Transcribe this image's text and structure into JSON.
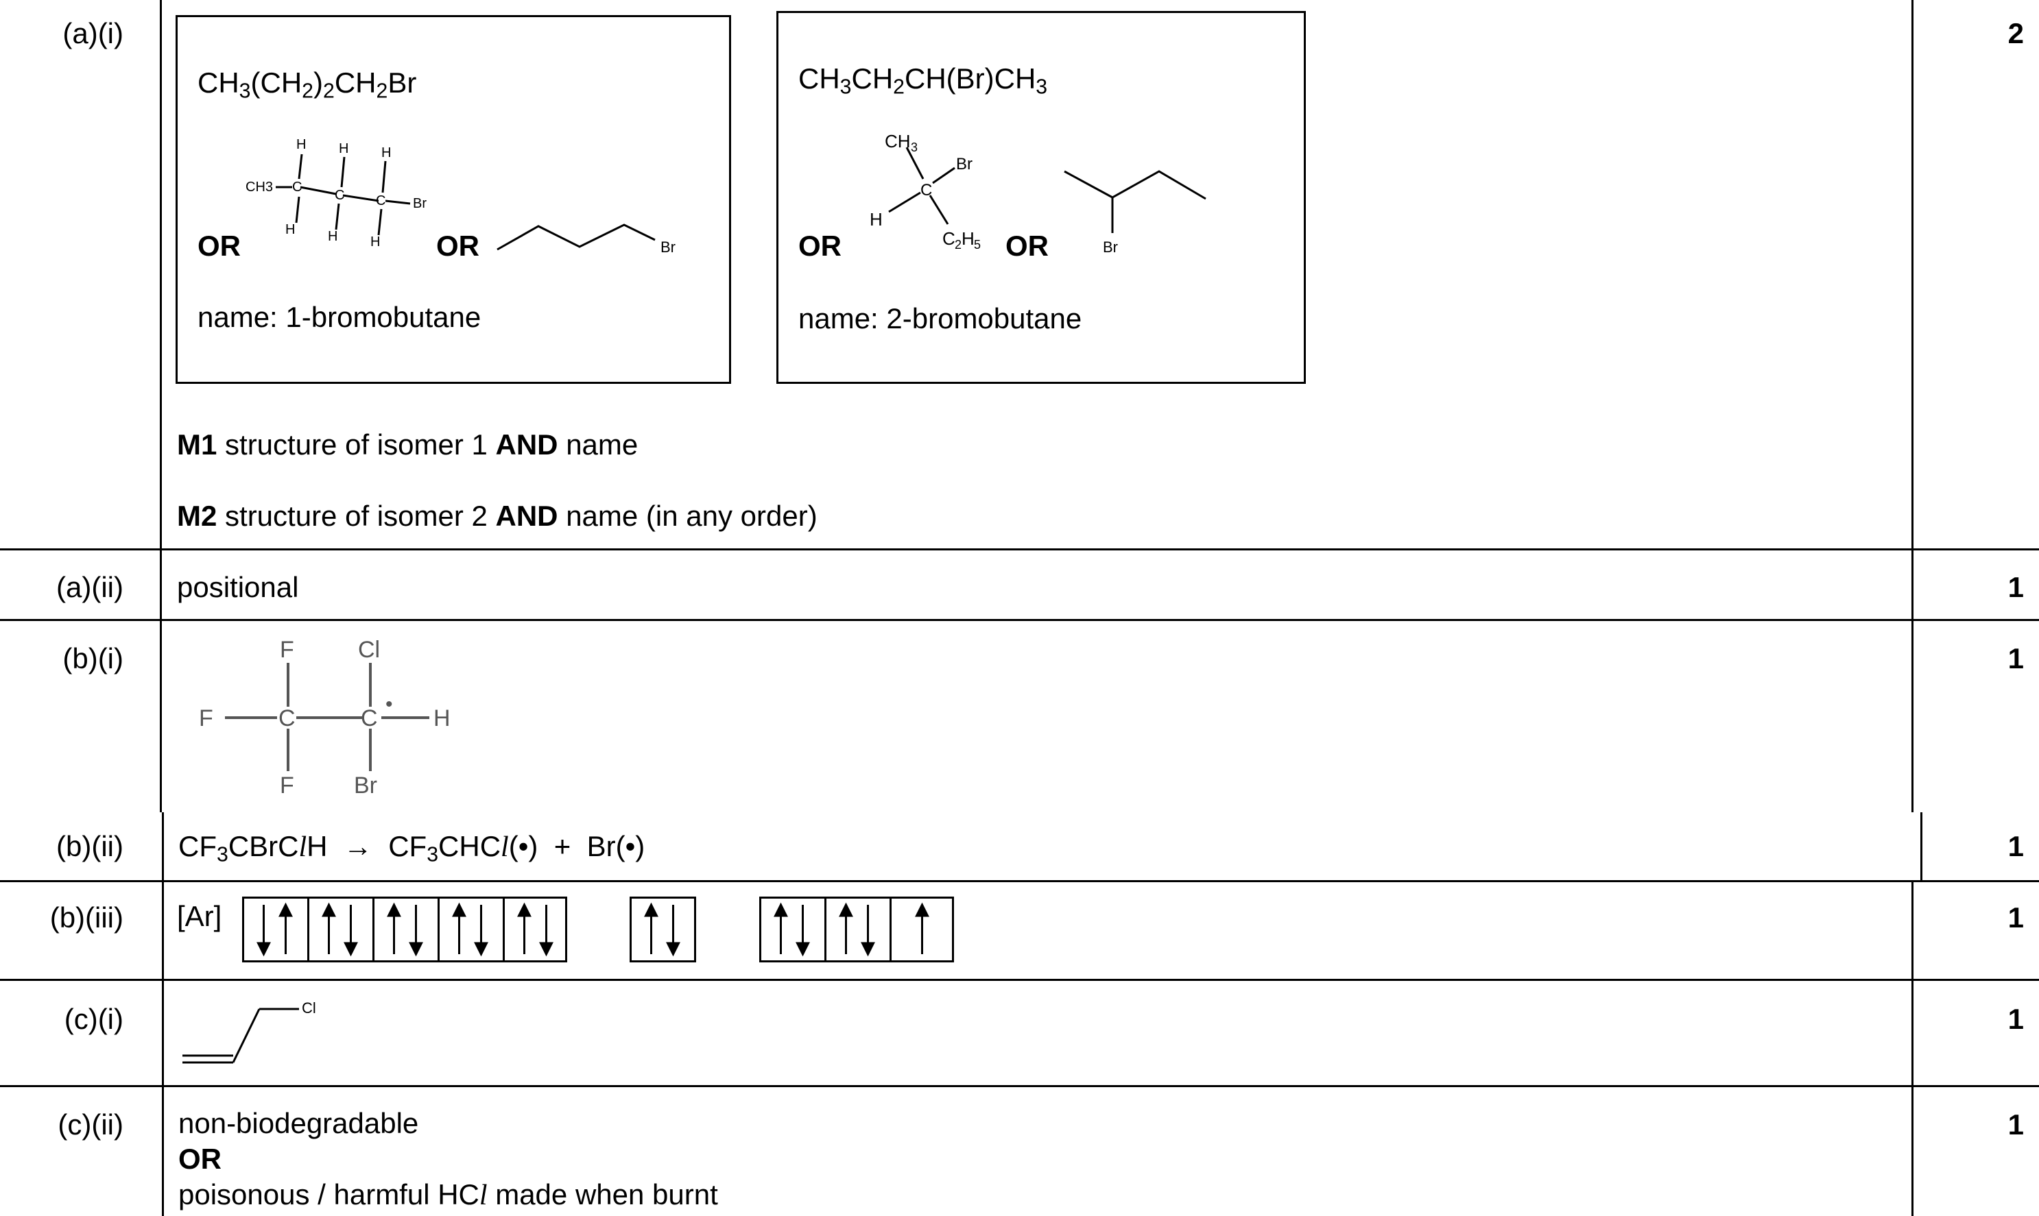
{
  "rows": [
    {
      "ref": "(a)(i)",
      "mark": "2",
      "isomer1": {
        "formula_a": "CH",
        "formula_b": "3",
        "formula_c": "(CH",
        "formula_d": "2",
        "formula_e": ")",
        "formula_f": "2",
        "formula_g": "CH",
        "formula_h": "2",
        "formula_i": "Br",
        "or1": "OR",
        "or2": "OR",
        "name": "name: 1-bromobutane",
        "labels": {
          "ch3": "CH3",
          "h": "H",
          "c": "C",
          "br": "Br"
        }
      },
      "isomer2": {
        "formula_a": "CH",
        "formula_b": "3",
        "formula_c": "CH",
        "formula_d": "2",
        "formula_e": "CH(Br)CH",
        "formula_f": "3",
        "or1": "OR",
        "or2": "OR",
        "name": "name: 2-bromobutane",
        "labels": {
          "ch3_a": "CH",
          "ch3_b": "3",
          "br": "Br",
          "h": "H",
          "c": "C",
          "c2h5_a": "C",
          "c2h5_b": "2",
          "c2h5_c": "H",
          "c2h5_d": "5"
        }
      },
      "m1_label": "M1",
      "m1_a": "structure of isomer 1",
      "m1_and": "AND",
      "m1_b": "name",
      "m2_label": "M2",
      "m2_a": "structure of isomer 2",
      "m2_and": "AND",
      "m2_b": "name (in any order)"
    },
    {
      "ref": "(a)(ii)",
      "mark": "1",
      "answer": "positional"
    },
    {
      "ref": "(b)(i)",
      "mark": "1",
      "radical_labels": {
        "f": "F",
        "c": "C",
        "cl": "Cl",
        "h": "H",
        "br": "Br",
        "dot": "•"
      }
    },
    {
      "ref": "(b)(ii)",
      "mark": "1",
      "eq": {
        "a": "CF",
        "a_sub": "3",
        "b": "CBrC",
        "b_l": "l",
        "c": "H",
        "arrow": "→",
        "d": "CF",
        "d_sub": "3",
        "e": "CHC",
        "e_l": "l",
        "f": "(•)",
        "plus": "+",
        "g": "Br(•)"
      }
    },
    {
      "ref": "(b)(iii)",
      "mark": "1",
      "core": "[Ar]",
      "orbitals_3d": [
        "↓↑",
        "↑↓",
        "↑↓",
        "↑↓",
        "↑↓"
      ],
      "orbitals_4s": [
        "↑↓"
      ],
      "orbitals_4p": [
        "↑↓",
        "↑↓",
        "↑"
      ]
    },
    {
      "ref": "(c)(i)",
      "mark": "1",
      "cl_label": "Cl"
    },
    {
      "ref": "(c)(ii)",
      "mark": "1",
      "line1": "non-biodegradable",
      "line2": "OR",
      "line3_a": "poisonous / harmful HC",
      "line3_l": "l",
      "line3_b": " made when burnt"
    }
  ]
}
